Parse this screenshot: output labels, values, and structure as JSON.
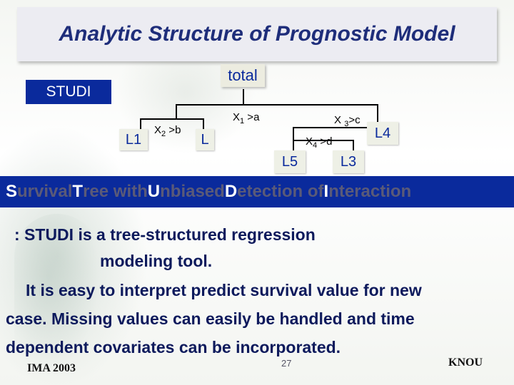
{
  "slide": {
    "title": "Analytic Structure of Prognostic Model",
    "page_number": "27",
    "footer_left": "IMA 2003",
    "footer_right": "KNOU"
  },
  "tree": {
    "root_label": "total",
    "model_label": "STUDI",
    "splits": {
      "x1": {
        "var": "X",
        "sub": "1",
        "cond": " >a"
      },
      "x2": {
        "var": "X",
        "sub": "2",
        "cond": " >b"
      },
      "x3": {
        "var": "X ",
        "sub": "3",
        "cond": ">c"
      },
      "x4": {
        "var": "X",
        "sub": "4",
        "cond": " >d"
      }
    },
    "leaves": {
      "l1": "L1",
      "l2": "L",
      "l3": "L3",
      "l4": "L4",
      "l5": "L5"
    }
  },
  "banner": {
    "parts": [
      {
        "cap": "S",
        "rest": "urvival "
      },
      {
        "cap": "T",
        "rest": "ree with "
      },
      {
        "cap": "U",
        "rest": "nbiased "
      },
      {
        "cap": "D",
        "rest": "etection of "
      },
      {
        "cap": "I",
        "rest": "nteraction"
      }
    ]
  },
  "description": {
    "line1": ": STUDI  is a tree-structured regression",
    "line2": "modeling tool.",
    "line3": "It is easy to interpret predict survival value for new",
    "line4": "case. Missing values can easily be handled and time",
    "line5": "dependent covariates can be incorporated."
  },
  "colors": {
    "title_text": "#1e2d7a",
    "accent_blue": "#0a2a9c",
    "title_box": "#ececf2"
  }
}
